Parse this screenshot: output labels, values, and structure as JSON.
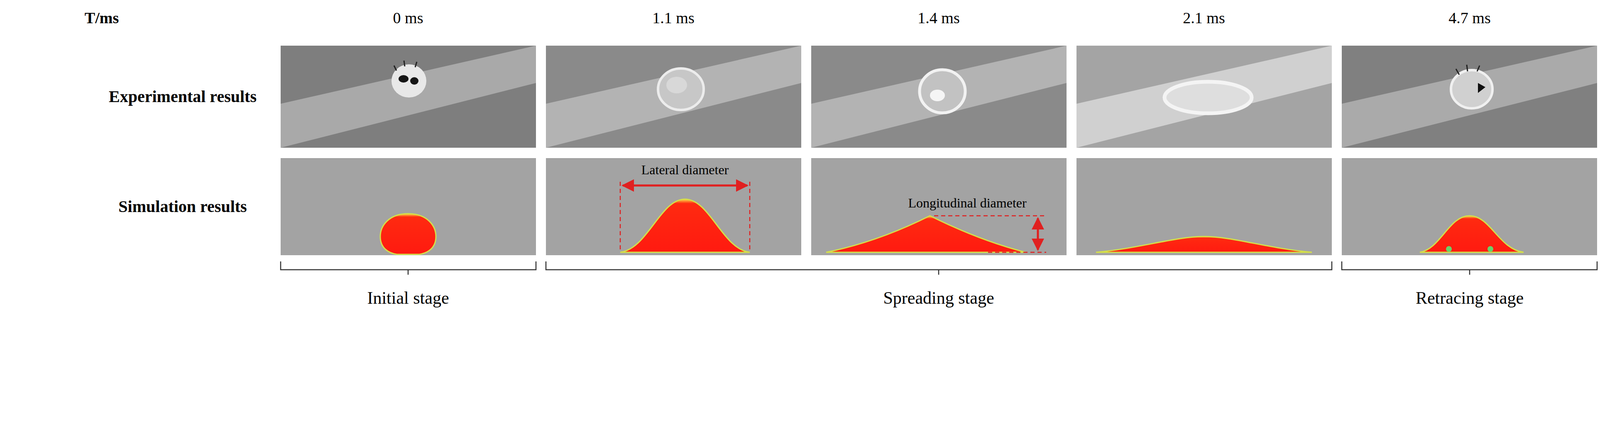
{
  "diagram": {
    "labels": [
      "T/ms",
      "0 ms",
      "1.1 ms",
      "1.4 ms",
      "2.1 ms",
      "4.7 ms",
      "Experimental results",
      "Simulation results",
      "Lateral diameter",
      "Longitudinal diameter",
      "Initial stage",
      "Spreading stage",
      "Retracing stage"
    ]
  }
}
